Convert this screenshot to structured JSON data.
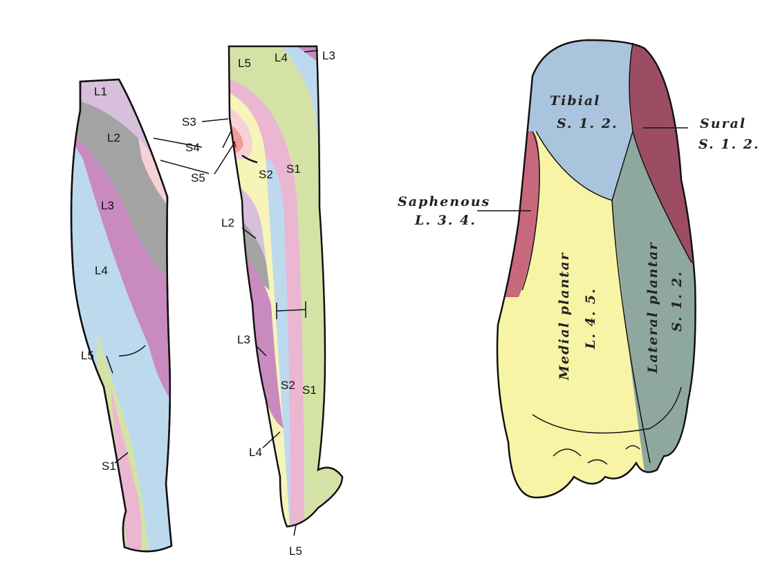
{
  "front_leg": {
    "labels": [
      "L1",
      "L2",
      "L3",
      "L4",
      "L5",
      "S1",
      "S3",
      "S4",
      "S5"
    ]
  },
  "back_leg": {
    "labels": [
      "L5",
      "L4",
      "L3",
      "S1",
      "S2",
      "L2",
      "L3",
      "S2",
      "S1",
      "L4",
      "L5"
    ]
  },
  "foot": {
    "tibial": {
      "name": "Tibial",
      "roots": "S. 1. 2."
    },
    "sural": {
      "name": "Sural",
      "roots": "S. 1. 2."
    },
    "saphenous": {
      "name": "Saphenous",
      "roots": "L. 3. 4."
    },
    "medial_plantar": {
      "name": "Medial plantar",
      "roots": "L. 4. 5."
    },
    "lateral_plantar": {
      "name": "Lateral plantar",
      "roots": "S. 1. 2."
    }
  },
  "colors": {
    "L1": "#d8bfdc",
    "L2": "#a3a3a3",
    "L3": "#c98bbf",
    "L4": "#bcd9ee",
    "L5": "#d4e2a6",
    "S1": "#eab6d2",
    "S2": "#f6f4b8",
    "S3": "#f6d2d4",
    "S4": "#ef9c9a",
    "S5": "#d9302c",
    "tibial": "#a9c4dc",
    "sural": "#9c4d64",
    "saphenous": "#c7687c",
    "medial_plantar": "#f8f4a6",
    "lateral_plantar": "#8fa89e"
  }
}
